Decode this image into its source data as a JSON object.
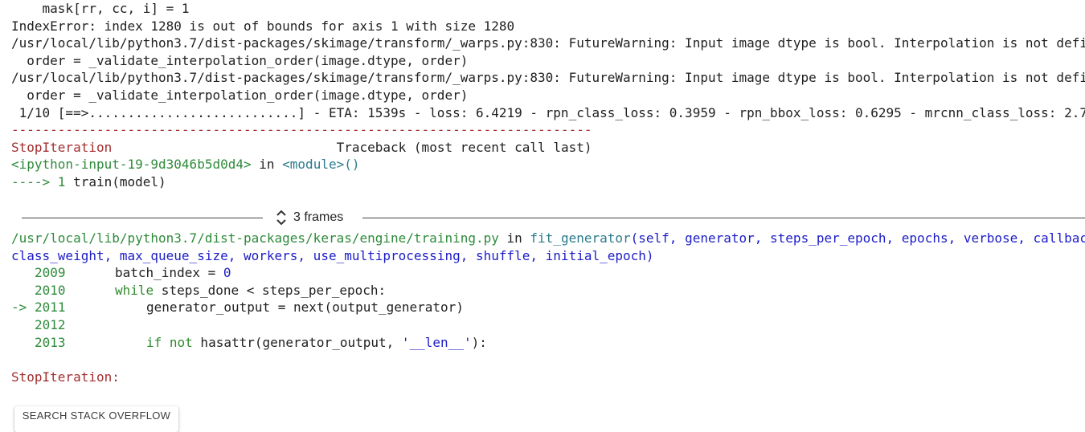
{
  "output_lines": {
    "l0": "    mask[rr, cc, i] = 1",
    "l1": "IndexError: index 1280 is out of bounds for axis 1 with size 1280",
    "l2": "/usr/local/lib/python3.7/dist-packages/skimage/transform/_warps.py:830: FutureWarning: Input image dtype is bool. Interpolation is not defi",
    "l3": "  order = _validate_interpolation_order(image.dtype, order)",
    "l4": "/usr/local/lib/python3.7/dist-packages/skimage/transform/_warps.py:830: FutureWarning: Input image dtype is bool. Interpolation is not defi",
    "l5": "  order = _validate_interpolation_order(image.dtype, order)",
    "l6": " 1/10 [==>...........................] - ETA: 1539s - loss: 6.4219 - rpn_class_loss: 0.3959 - rpn_bbox_loss: 0.6295 - mrcnn_class_loss: 2.7"
  },
  "traceback": {
    "separator": "---------------------------------------------------------------------------",
    "error_name": "StopIteration",
    "header_padding": "                             ",
    "header_right": "Traceback (most recent call last)",
    "input_ref": "<ipython-input-19-9d3046b5d0d4>",
    "in_word": " in ",
    "module_ref": "<module>()",
    "call_arrow": "----> 1 ",
    "call_code": "train(model)",
    "frames_label": "3 frames",
    "frame_path": "/usr/local/lib/python3.7/dist-packages/keras/engine/training.py",
    "frame_func": "fit_generator",
    "frame_sig_line1": "(self, generator, steps_per_epoch, epochs, verbose, callbac",
    "frame_sig_line2": "class_weight, max_queue_size, workers, use_multiprocessing, shuffle, initial_epoch)",
    "code_lines": [
      {
        "arrow": "",
        "num": "2009",
        "indent": "                ",
        "text": "batch_index = ",
        "tail": "0"
      },
      {
        "arrow": "",
        "num": "2010",
        "indent": "                ",
        "kw": "while",
        "text": " steps_done < steps_per_epoch:"
      },
      {
        "arrow": "-> ",
        "num": "2011",
        "indent": "                    ",
        "text": "generator_output = next(output_generator)"
      },
      {
        "arrow": "",
        "num": "2012",
        "indent": "",
        "text": ""
      },
      {
        "arrow": "",
        "num": "2013",
        "indent": "                    ",
        "kw": "if not",
        "text": " hasattr(generator_output, ",
        "str": "'__len__'",
        "tail2": "):"
      }
    ],
    "final_error": "StopIteration:",
    "so_button": "SEARCH STACK OVERFLOW"
  },
  "colors": {
    "error": "#a32e2e",
    "link": "#1a5fb4",
    "keyword": "#2e8b2e",
    "string": "#1c1cc7"
  },
  "icons": {
    "frames_toggle": "unfold-icon"
  }
}
